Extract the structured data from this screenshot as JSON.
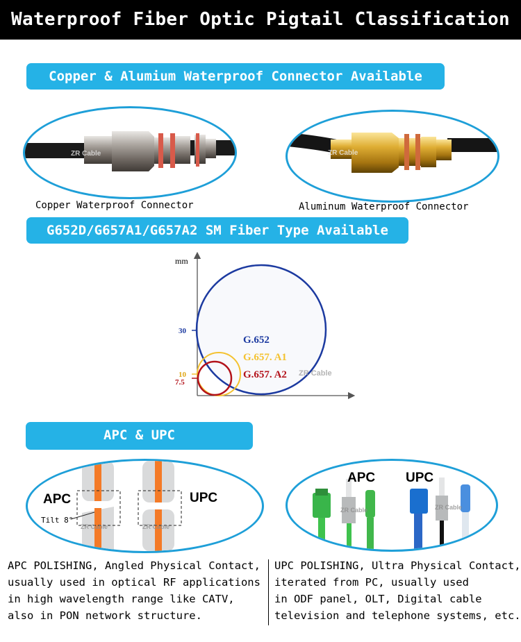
{
  "header": {
    "title": "Waterproof Fiber Optic Pigtail Classification"
  },
  "section1": {
    "heading": "Copper & Alumium Waterproof Connector Available",
    "left_caption": "Copper Waterproof Connector",
    "right_caption": "Aluminum Waterproof Connector",
    "watermark": "ZR Cable"
  },
  "section2": {
    "heading": "G652D/G657A1/G657A2 SM Fiber Type Available",
    "diagram": {
      "axis_unit": "mm",
      "ticks": [
        "30",
        "10",
        "7.5"
      ],
      "labels": [
        "G.652",
        "G.657. A1",
        "G.657. A2"
      ],
      "watermark": "ZR Cable",
      "colors": {
        "g652": "#1c3aa0",
        "g657a1": "#f4c230",
        "g657a2": "#b3121a"
      }
    }
  },
  "section3": {
    "heading": "APC & UPC",
    "left_diagram": {
      "apc_label": "APC",
      "upc_label": "UPC",
      "tilt_label": "Tilt 8°",
      "watermark": "ZR Cable"
    },
    "right_photo": {
      "apc_label": "APC",
      "upc_label": "UPC",
      "watermark": "ZR Cable"
    },
    "apc_text": [
      "APC POLISHING, Angled Physical Contact,",
      "usually used in optical RF applications",
      "in high wavelength range like CATV,",
      "also in PON network structure."
    ],
    "upc_text": [
      "UPC POLISHING, Ultra Physical Contact,",
      "iterated from PC, usually used",
      "in ODF panel, OLT, Digital cable",
      "television and telephone systems, etc."
    ]
  }
}
